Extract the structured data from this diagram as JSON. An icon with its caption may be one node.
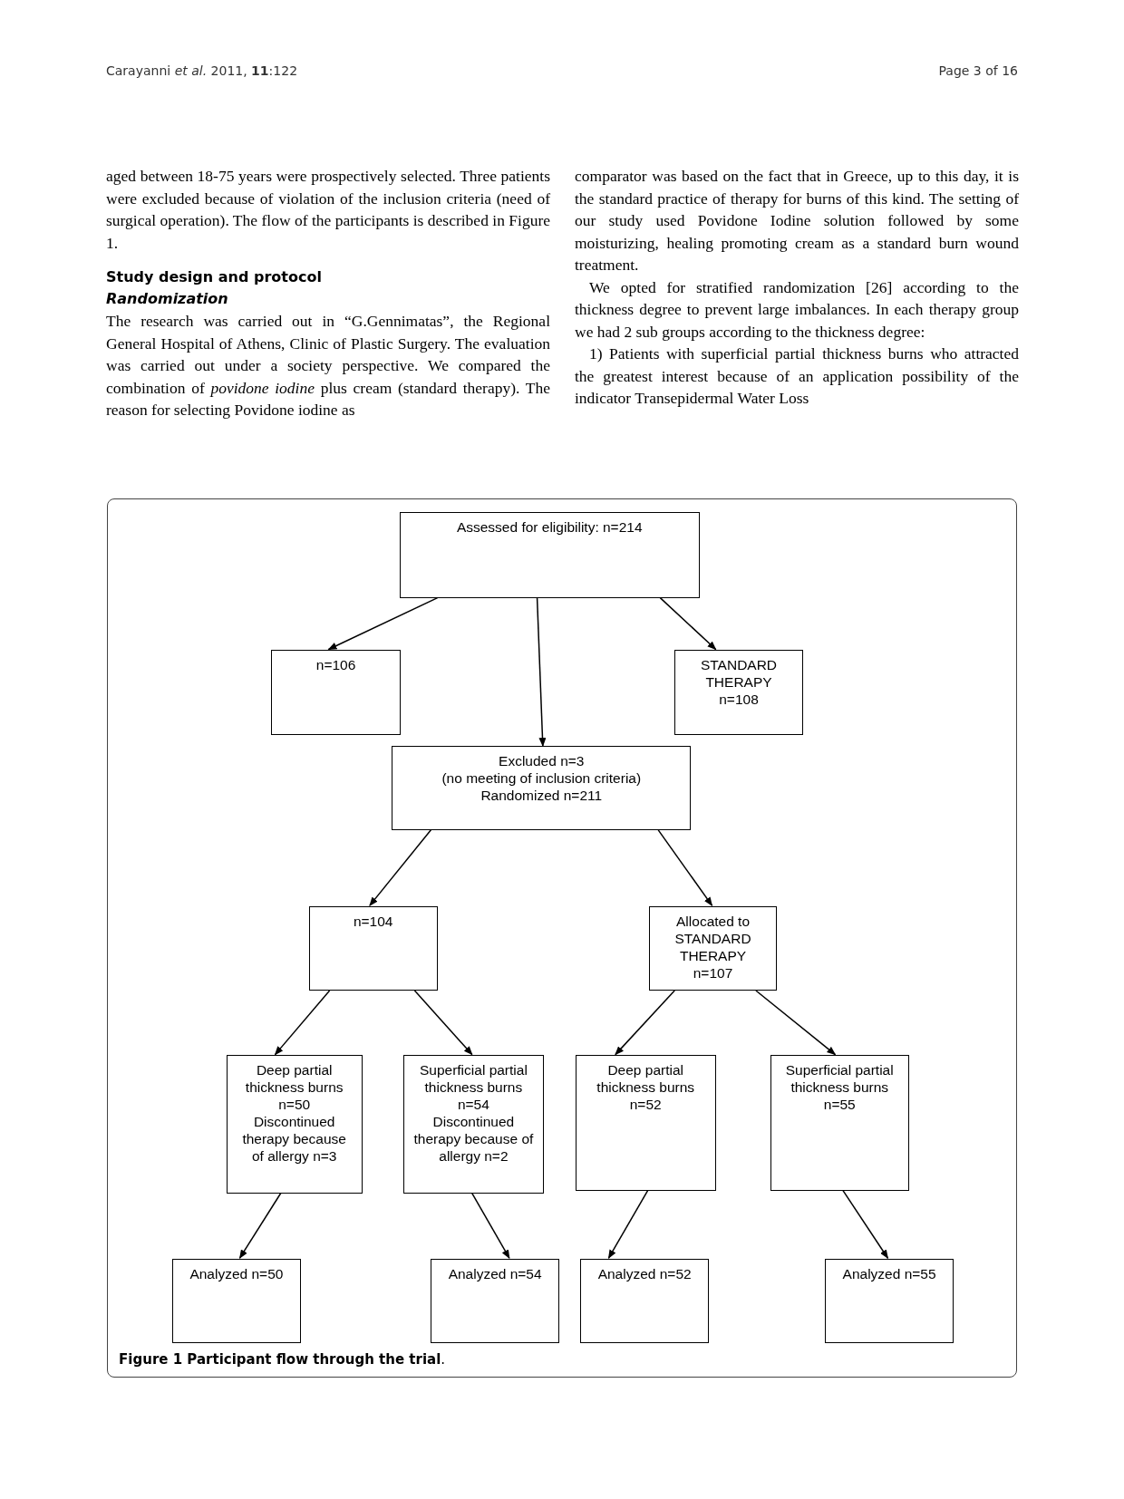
{
  "diagram": {
    "caption": "**Figure 1 Participant flow through the trial**.",
    "nodes": [
      {
        "text": [
          "Assessed for eligibility: n=214"
        ]
      },
      {
        "text": [
          "n=106"
        ]
      },
      {
        "text": [
          "STANDARD THERAPY n=108"
        ]
      },
      {
        "text": [
          "Excluded  n=3",
          "(no meeting of inclusion criteria)",
          "Randomized n=211"
        ]
      },
      {
        "text": [
          "n=104"
        ]
      },
      {
        "text": [
          "Allocated to STANDARD THERAPY n=107"
        ]
      },
      {
        "text": [
          "Deep partial thickness burns n=50",
          "Discontinued therapy because of allergy n=3"
        ]
      },
      {
        "text": [
          "Superficial partial thickness burns n=54",
          "Discontinued therapy because of allergy n=2"
        ]
      },
      {
        "text": [
          "Deep partial thickness burns n=52"
        ]
      },
      {
        "text": [
          "Superficial partial thickness burns n=55"
        ]
      },
      {
        "text": [
          "Analyzed n=50"
        ]
      },
      {
        "text": [
          "Analyzed n=54"
        ]
      },
      {
        "text": [
          "Analyzed n=52"
        ]
      },
      {
        "text": [
          "Analyzed n=55"
        ]
      }
    ],
    "edges": [
      {
        "from": 0,
        "to": 1,
        "arrow": "to"
      },
      {
        "from": 0,
        "to": 3,
        "arrow": "to"
      },
      {
        "from": 0,
        "to": 2,
        "arrow": "to"
      },
      {
        "from": 3,
        "to": 4,
        "arrow": "to"
      },
      {
        "from": 3,
        "to": 5,
        "arrow": "to"
      },
      {
        "from": 4,
        "to": 6,
        "arrow": "to"
      },
      {
        "from": 4,
        "to": 7,
        "arrow": "to"
      },
      {
        "from": 5,
        "to": 8,
        "arrow": "to"
      },
      {
        "from": 5,
        "to": 9,
        "arrow": "to"
      },
      {
        "from": 6,
        "to": 10,
        "arrow": "to"
      },
      {
        "from": 7,
        "to": 11,
        "arrow": "to"
      },
      {
        "from": 8,
        "to": 12,
        "arrow": "to"
      },
      {
        "from": 9,
        "to": 13,
        "arrow": "to"
      }
    ],
    "labels": [
      "Carayanni *et al.* 2011, **11**:122",
      "Page 3 of 16",
      "aged between 18-75 years were prospectively selected. Three patients were excluded because of violation of the inclusion criteria (need of surgical operation). The flow of the participants is described in Figure 1.",
      "Study design and protocol",
      "Randomization",
      "The research was carried out in “G.Gennimatas”, the Regional General Hospital of Athens, Clinic of Plastic Surgery. The evaluation was carried out under a society perspective. We compared the combination of *povidone iodine* plus cream (standard therapy). The reason for selecting Povidone iodine as",
      "comparator was based on the fact that in Greece, up to this day, it is the standard practice of therapy for burns of this kind. The setting of our study used Povidone Iodine solution followed by some moisturizing, healing promoting cream as a standard burn wound treatment.",
      "We opted for stratified randomization [26] according to the thickness degree to prevent large imbalances. In each therapy group we had 2 sub groups according to the thickness degree:",
      "1) Patients with superficial partial thickness burns who attracted the greatest interest because of an application possibility of the indicator Transepidermal Water Loss"
    ]
  }
}
